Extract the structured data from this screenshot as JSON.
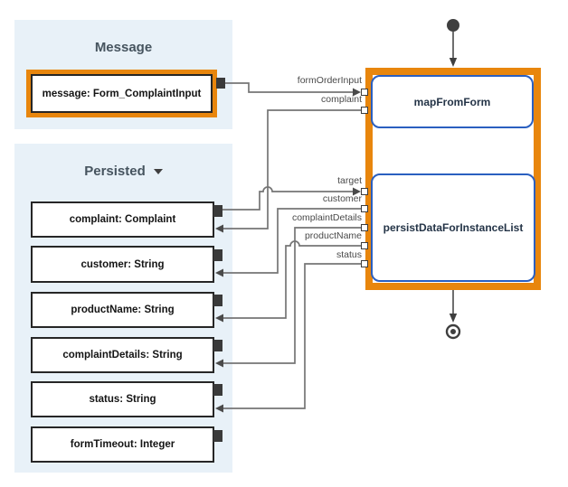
{
  "colors": {
    "panel_background": "#e8f1f8",
    "selection_orange": "#e8860d",
    "activity_border_blue": "#2a5fc0",
    "box_border": "#262626",
    "connector_gray": "#757575",
    "flow_node_dark": "#3f3f3f"
  },
  "message_panel": {
    "title": "Message",
    "variables": [
      "message: Form_ComplaintInput"
    ]
  },
  "persisted_panel": {
    "title": "Persisted",
    "variables": [
      "complaint: Complaint",
      "customer: String",
      "productName: String",
      "complaintDetails: String",
      "status: String",
      "formTimeout: Integer"
    ]
  },
  "flow": {
    "activities": [
      "mapFromForm",
      "persistDataForInstanceList"
    ],
    "port_labels": [
      "formOrderInput",
      "complaint",
      "target",
      "customer",
      "complaintDetails",
      "productName",
      "status"
    ]
  }
}
